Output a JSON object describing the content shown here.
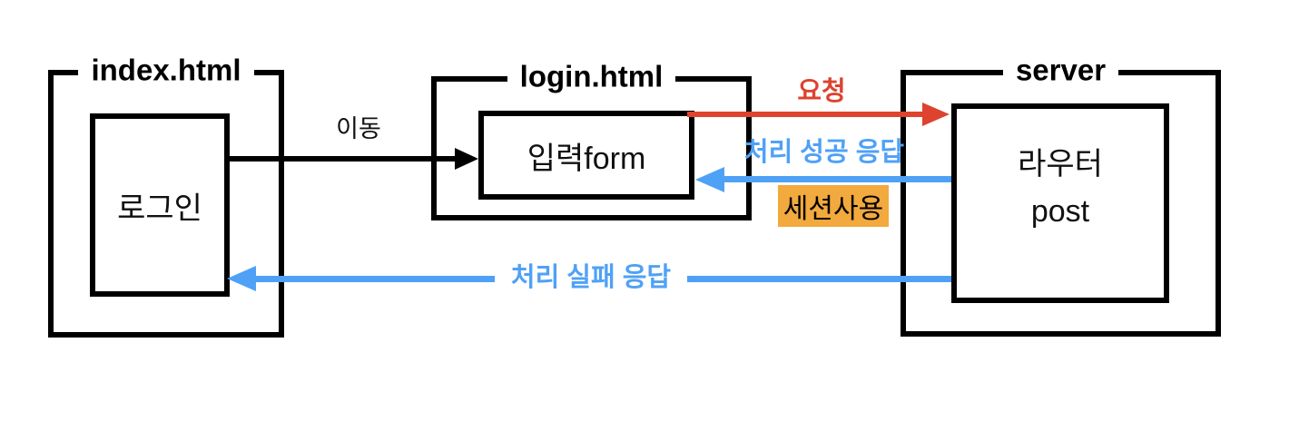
{
  "nodes": {
    "index": {
      "title": "index.html",
      "inner_label": "로그인"
    },
    "login": {
      "title": "login.html",
      "inner_label": "입력form"
    },
    "server": {
      "title": "server",
      "inner_label_line1": "라우터",
      "inner_label_line2": "post"
    }
  },
  "arrows": {
    "move": {
      "label": "이동",
      "direction": "right",
      "color": "#000000"
    },
    "request": {
      "label": "요청",
      "direction": "right",
      "color": "#dd432e"
    },
    "success": {
      "label": "처리 성공 응답",
      "direction": "left",
      "color": "#4fa1f6"
    },
    "failure": {
      "label": "처리 실패 응답",
      "direction": "left",
      "color": "#4fa1f6"
    }
  },
  "tags": {
    "session": {
      "label": "세션사용",
      "background": "#f2a93e",
      "text_color": "#000000"
    }
  },
  "colors": {
    "arrow_red": "#dd432e",
    "arrow_blue": "#4fa1f6",
    "highlight_orange": "#f2a93e",
    "line_black": "#000000",
    "background": "#ffffff"
  }
}
